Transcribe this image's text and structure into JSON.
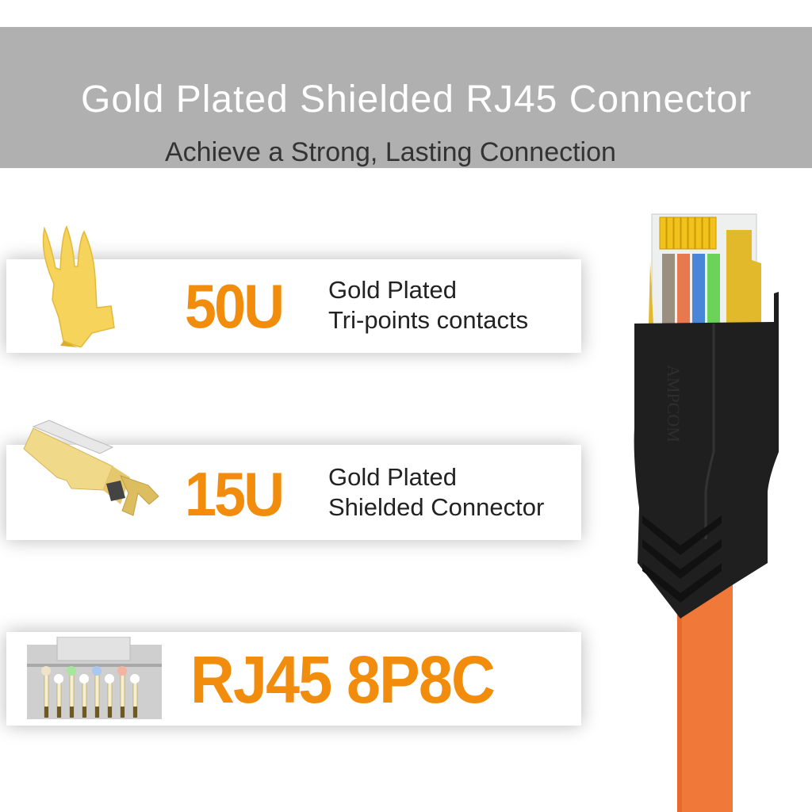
{
  "banner": {
    "title": "Gold Plated Shielded RJ45 Connector",
    "subtitle": "Achieve a Strong, Lasting Connection",
    "background_color": "#b0b0b0"
  },
  "features": [
    {
      "icon": "gold-tri-point-contact-icon",
      "value": "50U",
      "line1": "Gold Plated",
      "line2": "Tri-points contacts"
    },
    {
      "icon": "gold-shield-connector-icon",
      "value": "15U",
      "line1": "Gold Plated",
      "line2": "Shielded Connector"
    },
    {
      "icon": "rj45-8p8c-pins-icon",
      "value": "RJ45 8P8C"
    }
  ],
  "product": {
    "brand_emboss": "AMPCOM",
    "connector_color": "#1e1e1e",
    "cable_color": "#f07838",
    "wire_colors": [
      "#9b8f80",
      "#e8784e",
      "#4a86d8",
      "#6cd35a"
    ]
  },
  "accent_color": "#f28c0c"
}
